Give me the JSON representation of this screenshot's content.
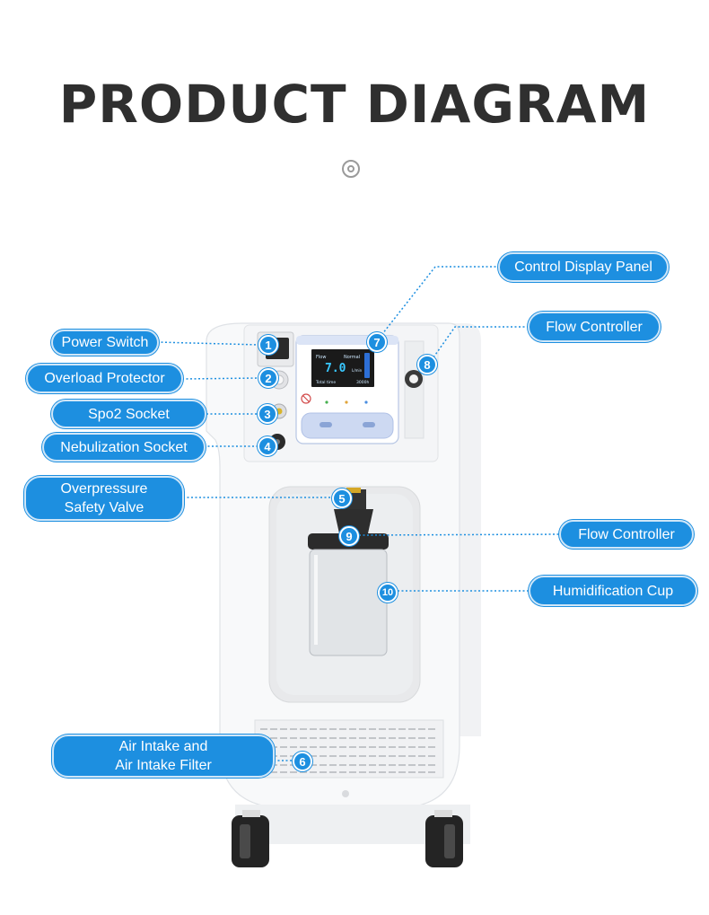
{
  "title": "PRODUCT DIAGRAM",
  "device_icon": "target-icon",
  "accent_color": "#1d8fe0",
  "display": {
    "flow_label": "Flow",
    "mode_label": "Normal",
    "value": "7.0",
    "unit": "L/min",
    "time_label": "Total time",
    "time_value": "3000h"
  },
  "labels": [
    {
      "id": "power-switch",
      "text": "Power Switch",
      "number": "1"
    },
    {
      "id": "overload-protector",
      "text": "Overload Protector",
      "number": "2"
    },
    {
      "id": "spo2-socket",
      "text": "Spo2 Socket",
      "number": "3"
    },
    {
      "id": "nebulization-socket",
      "text": "Nebulization Socket",
      "number": "4"
    },
    {
      "id": "overpressure-valve",
      "text": "Overpressure\nSafety Valve",
      "number": "5"
    },
    {
      "id": "air-intake",
      "text": "Air Intake and\nAir Intake Filter",
      "number": "6"
    },
    {
      "id": "control-display-panel",
      "text": "Control Display Panel",
      "number": "7"
    },
    {
      "id": "flow-controller-top",
      "text": "Flow Controller",
      "number": "8"
    },
    {
      "id": "flow-controller-cup",
      "text": "Flow Controller",
      "number": "9"
    },
    {
      "id": "humidification-cup",
      "text": "Humidification Cup",
      "number": "10"
    }
  ]
}
